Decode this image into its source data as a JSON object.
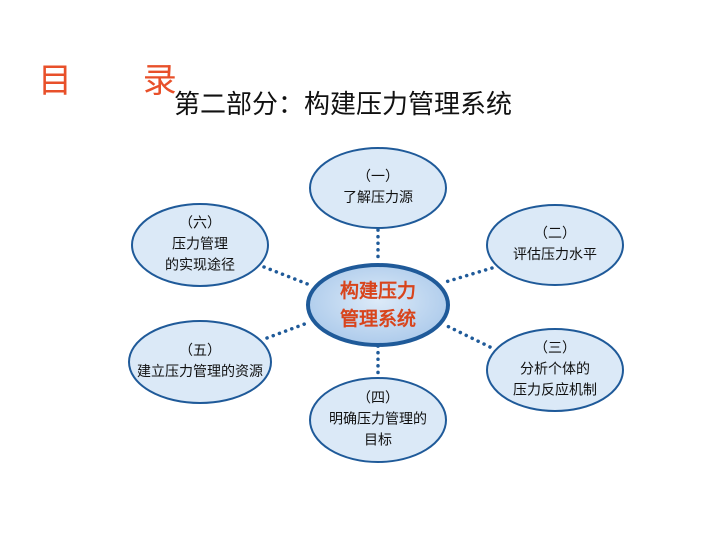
{
  "heading": "目 录",
  "subtitle": "第二部分：构建压力管理系统",
  "colors": {
    "heading": "#e8502a",
    "ellipse_fill": "#dbe9f7",
    "ellipse_stroke": "#1f5a99",
    "center_fill_outer": "#a9c8ea",
    "center_fill_inner": "#dceaf8",
    "center_text": "#d8441c",
    "connector": "#1f5a99"
  },
  "center": {
    "lines": [
      "构建压力",
      "管理系统"
    ]
  },
  "nodes": [
    {
      "id": "top",
      "index": "（一）",
      "lines": [
        "了解压力源"
      ]
    },
    {
      "id": "top-right",
      "index": "（二）",
      "lines": [
        "评估压力水平"
      ]
    },
    {
      "id": "bottom-right",
      "index": "（三）",
      "lines": [
        "分析个体的",
        "压力反应机制"
      ]
    },
    {
      "id": "bottom",
      "index": "（四）",
      "lines": [
        "明确压力管理的",
        "目标"
      ]
    },
    {
      "id": "bottom-left",
      "index": "（五）",
      "lines": [
        "建立压力管理的资源"
      ]
    },
    {
      "id": "top-left",
      "index": "（六）",
      "lines": [
        "压力管理",
        "的实现途径"
      ]
    }
  ]
}
